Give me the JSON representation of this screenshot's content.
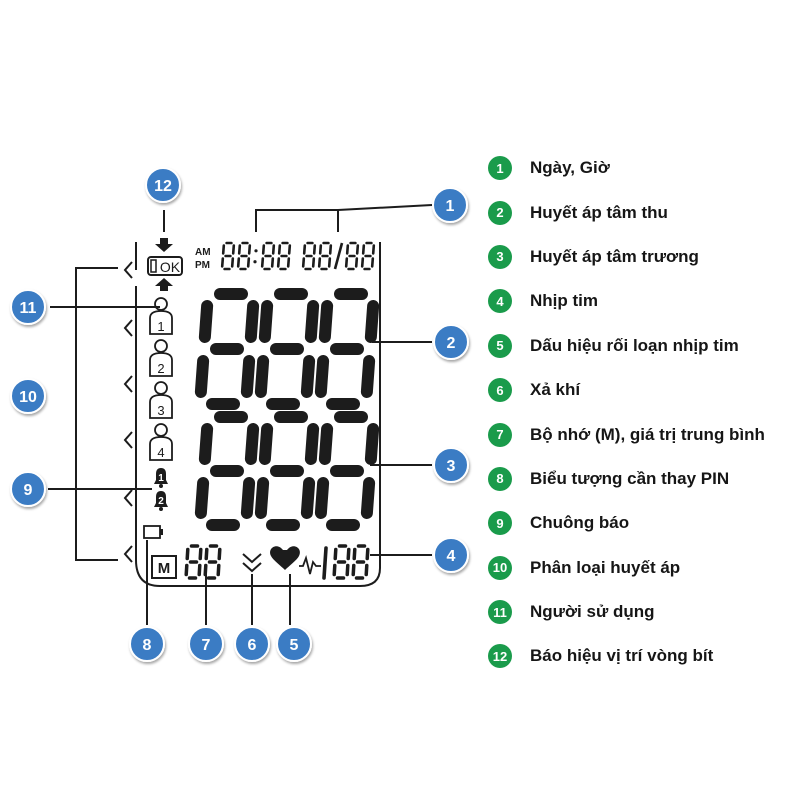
{
  "lcd": {
    "am": "AM",
    "pm": "PM",
    "time": "88:88",
    "date": "88/88",
    "cuff_ok": "OK",
    "systolic": "888",
    "diastolic": "888",
    "pulse": "188",
    "memory_letter": "M",
    "memory_digits": "88",
    "users": [
      "1",
      "2",
      "3",
      "4"
    ],
    "alarms": [
      "1",
      "2"
    ]
  },
  "callouts": [
    "1",
    "2",
    "3",
    "4",
    "5",
    "6",
    "7",
    "8",
    "9",
    "10",
    "11",
    "12"
  ],
  "legend": [
    {
      "num": "1",
      "text": "Ngày, Giờ"
    },
    {
      "num": "2",
      "text": "Huyết áp tâm thu"
    },
    {
      "num": "3",
      "text": "Huyết áp tâm trương"
    },
    {
      "num": "4",
      "text": "Nhịp tim"
    },
    {
      "num": "5",
      "text": "Dấu hiệu rối loạn nhịp tim"
    },
    {
      "num": "6",
      "text": "Xả khí"
    },
    {
      "num": "7",
      "text": "Bộ nhớ (M), giá trị trung bình"
    },
    {
      "num": "8",
      "text": "Biểu tượng cần thay PIN"
    },
    {
      "num": "9",
      "text": "Chuông báo"
    },
    {
      "num": "10",
      "text": "Phân loại huyết áp"
    },
    {
      "num": "11",
      "text": "Người sử dụng"
    },
    {
      "num": "12",
      "text": "Báo hiệu vị trí vòng bít"
    }
  ],
  "colors": {
    "callout_blue": "#3b7cc4",
    "legend_green": "#1a9b4b",
    "lcd_ink": "#1c1c1c"
  }
}
